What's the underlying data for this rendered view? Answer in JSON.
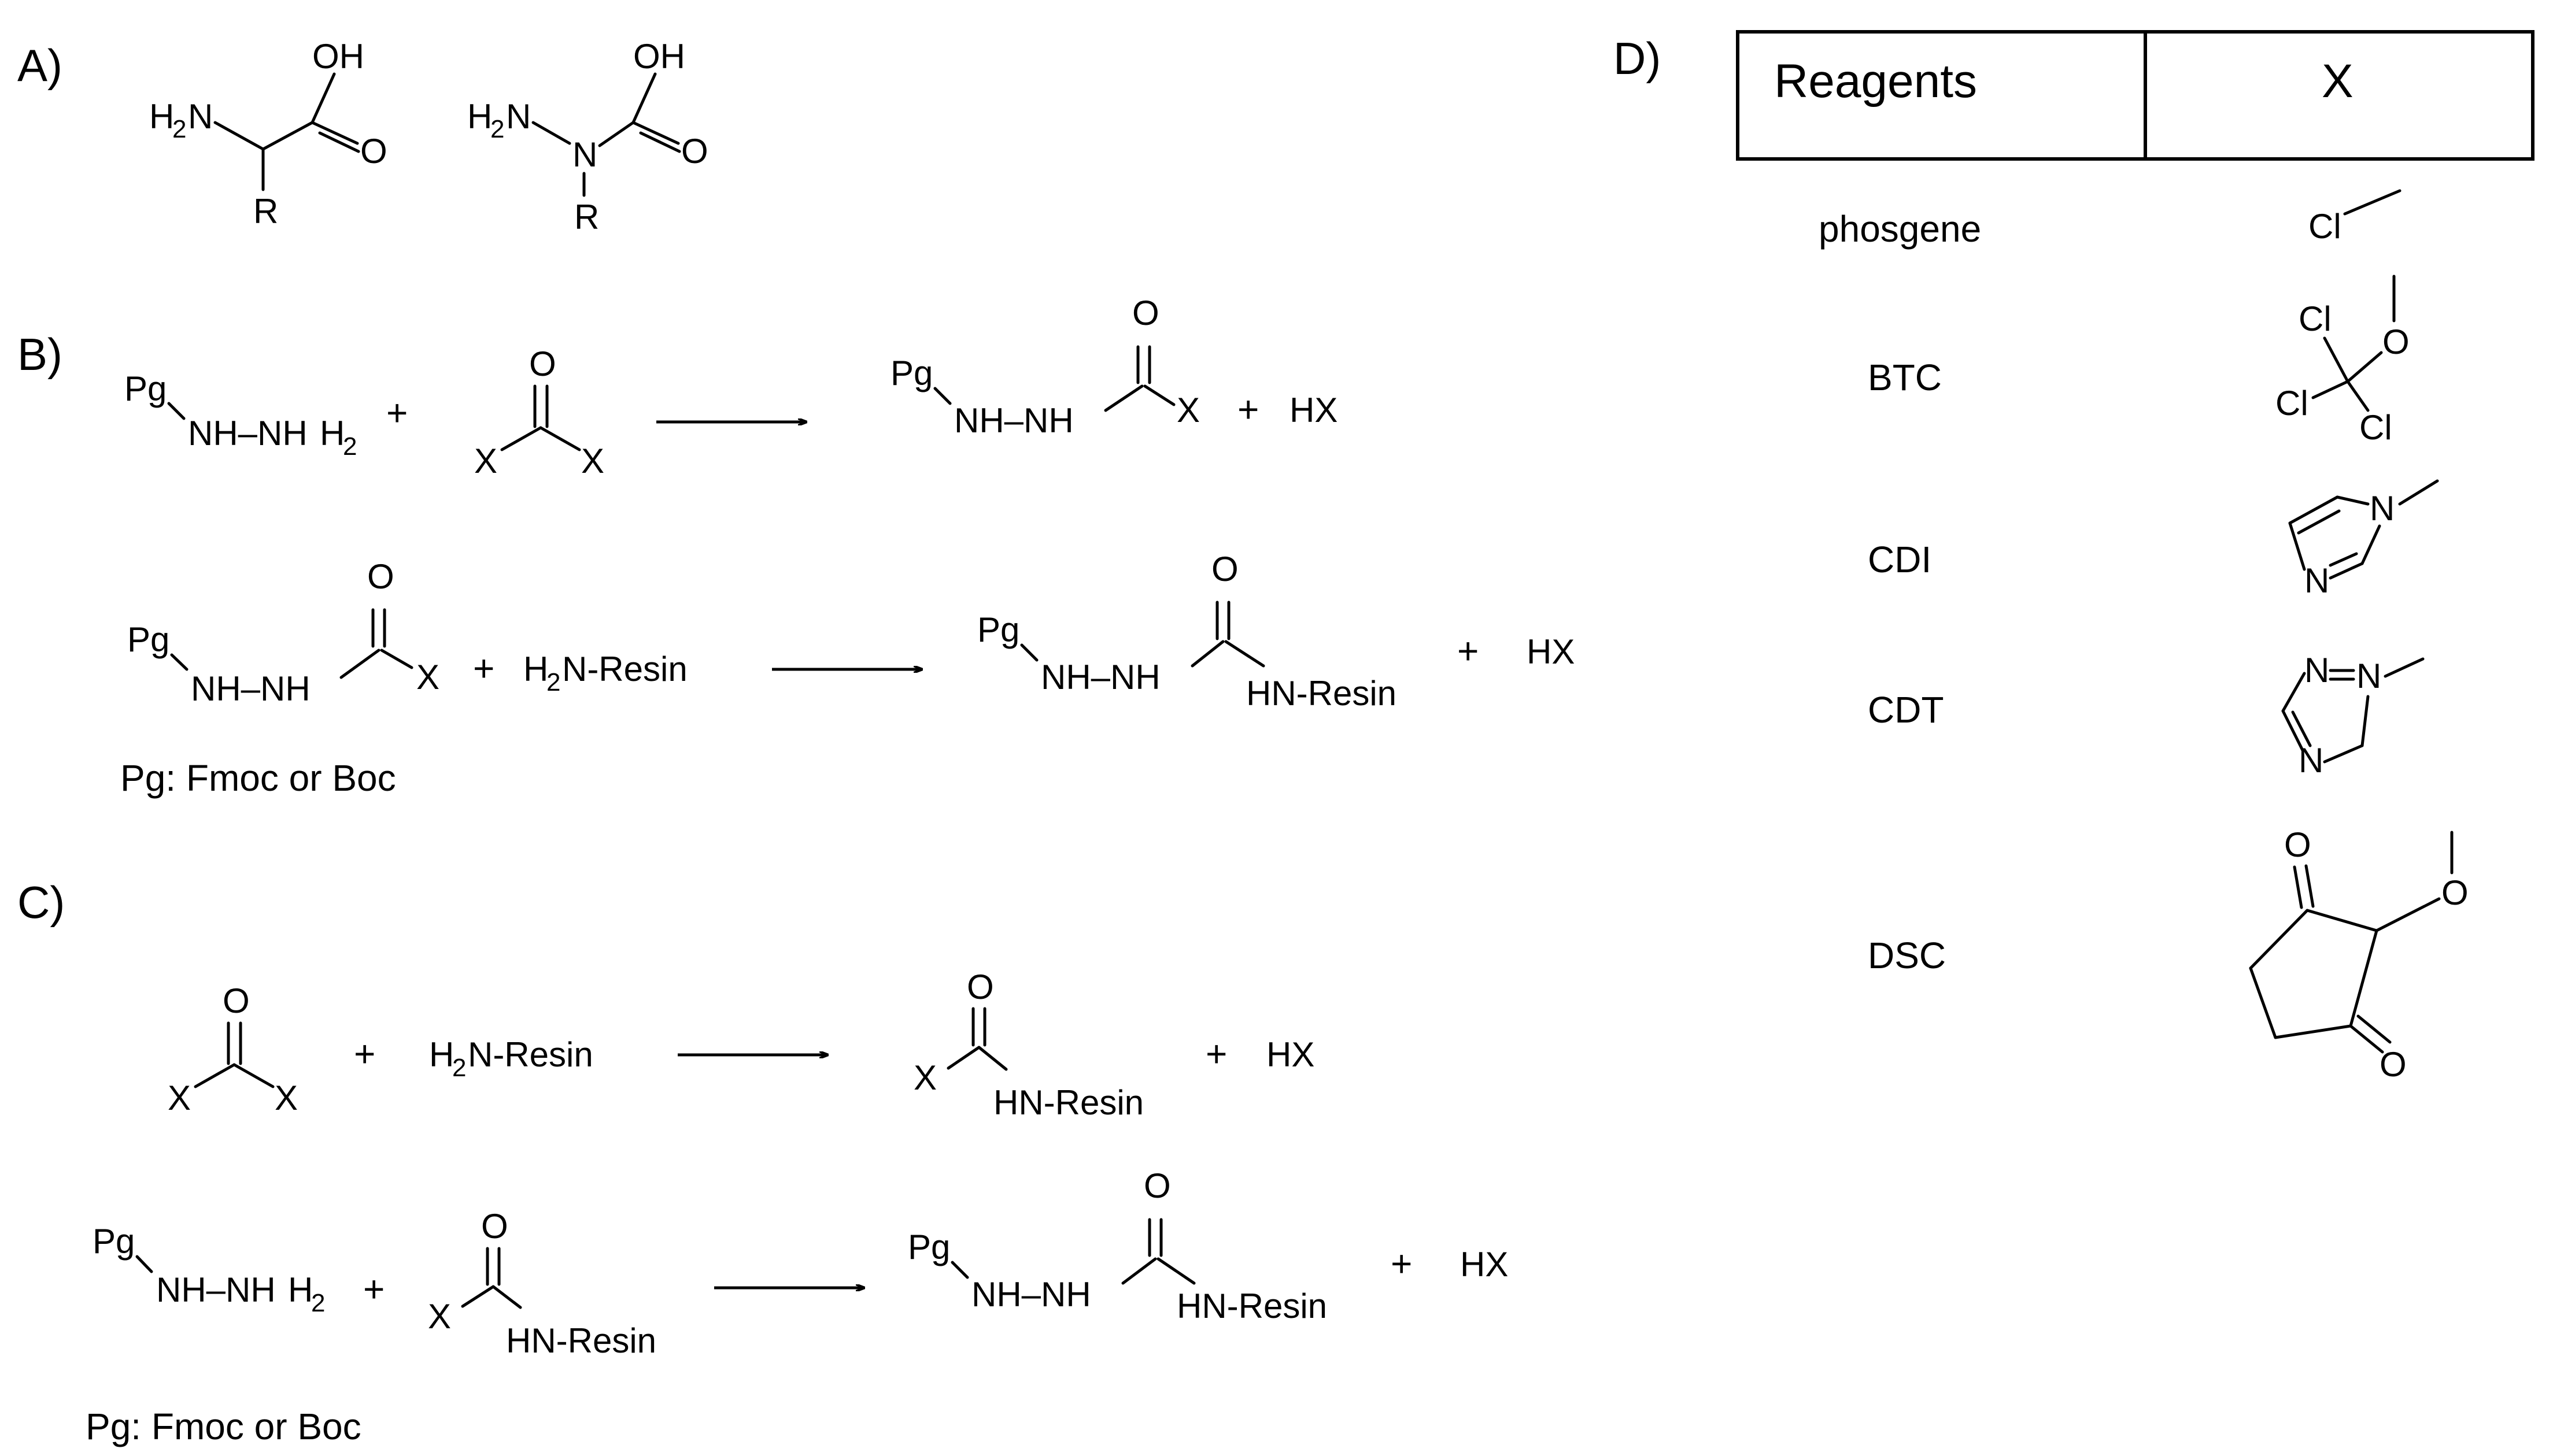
{
  "panels": {
    "a": "A)",
    "b": "B)",
    "c": "C)",
    "d": "D)"
  },
  "atoms": {
    "oh": "OH",
    "o": "O",
    "h": "H",
    "h2": "H",
    "sub2": "2",
    "n": "N",
    "r": "R",
    "x": "X",
    "pg": "Pg",
    "cl": "Cl",
    "nh_nh": "NH–NH",
    "nh_nh2_base": "NH–NH",
    "hn_resin": "HN-Resin",
    "n_resin": "N-Resin",
    "plus": "+",
    "hx": "HX"
  },
  "notes": {
    "pg_b": "Pg: Fmoc or Boc",
    "pg_c": "Pg: Fmoc or Boc"
  },
  "table": {
    "col_reagents": "Reagents",
    "col_x": "X",
    "rows": [
      "phosgene",
      "BTC",
      "CDI",
      "CDT",
      "DSC"
    ]
  }
}
